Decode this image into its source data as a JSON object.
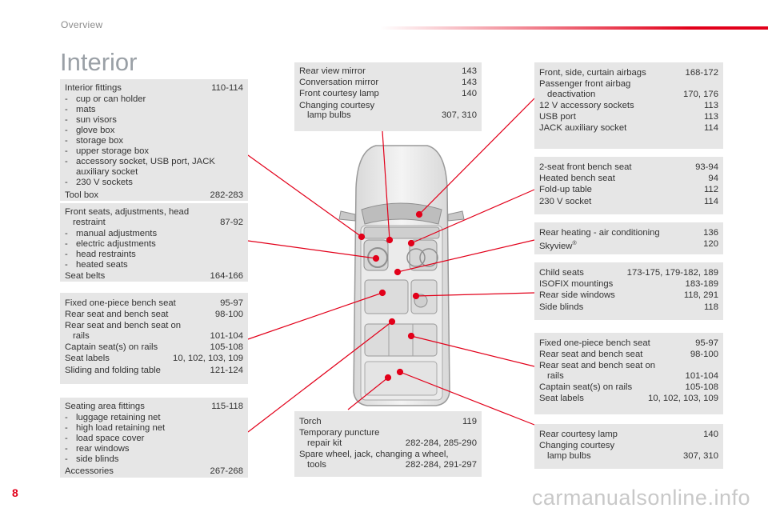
{
  "header": {
    "section": "Overview"
  },
  "page_title": "Interior",
  "page_number": "8",
  "watermark": "carmanualsonline.info",
  "box1": {
    "title": {
      "label": "Interior fittings",
      "pages": "110-114"
    },
    "items": [
      "cup or can holder",
      "mats",
      "sun visors",
      "glove box",
      "storage box",
      "upper storage box",
      "accessory socket, USB port, JACK",
      "auxiliary socket",
      "230 V sockets"
    ],
    "footer": {
      "label": "Tool box",
      "pages": "282-283"
    }
  },
  "box2": {
    "title_l1": "Front seats, adjustments, head",
    "title_l2": "restraint",
    "title_pages": "87-92",
    "items": [
      "manual adjustments",
      "electric adjustments",
      "head restraints",
      "heated seats"
    ],
    "footer": {
      "label": "Seat belts",
      "pages": "164-166"
    }
  },
  "box3": {
    "r1": {
      "label": "Fixed one-piece bench seat",
      "pages": "95-97"
    },
    "r2": {
      "label": "Rear seat and bench seat",
      "pages": "98-100"
    },
    "r3": {
      "l1": "Rear seat and bench seat on",
      "l2": "rails",
      "pages": "101-104"
    },
    "r4": {
      "label": "Captain seat(s) on rails",
      "pages": "105-108"
    },
    "r5": {
      "label": "Seat labels",
      "pages": "10, 102, 103, 109"
    },
    "r6": {
      "label": "Sliding and folding table",
      "pages": "121-124"
    }
  },
  "box4": {
    "title": {
      "label": "Seating area fittings",
      "pages": "115-118"
    },
    "items": [
      "luggage retaining net",
      "high load retaining net",
      "load space cover",
      "rear windows",
      "side blinds"
    ],
    "footer": {
      "label": "Accessories",
      "pages": "267-268"
    }
  },
  "box5": {
    "r1": {
      "label": "Rear view mirror",
      "pages": "143"
    },
    "r2": {
      "label": "Conversation mirror",
      "pages": "143"
    },
    "r3": {
      "label": "Front courtesy lamp",
      "pages": "140"
    },
    "r4": {
      "l1": "Changing courtesy",
      "l2": "lamp bulbs",
      "pages": "307, 310"
    }
  },
  "box6": {
    "r1": {
      "label": "Torch",
      "pages": "119"
    },
    "r2": {
      "l1": "Temporary puncture",
      "l2": "repair kit",
      "pages": "282-284, 285-290"
    },
    "r3": {
      "l1": "Spare wheel, jack, changing a wheel,",
      "l2": "tools",
      "pages": "282-284, 291-297"
    }
  },
  "box7": {
    "r1": {
      "label": "Front, side, curtain airbags",
      "pages": "168-172"
    },
    "r2": {
      "l1": "Passenger front airbag",
      "l2": "deactivation",
      "pages": "170, 176"
    },
    "r3": {
      "label": "12 V accessory sockets",
      "pages": "113"
    },
    "r4": {
      "label": "USB port",
      "pages": "113"
    },
    "r5": {
      "label": "JACK auxiliary socket",
      "pages": "114"
    }
  },
  "box8": {
    "r1": {
      "label": "2-seat front bench seat",
      "pages": "93-94"
    },
    "r2": {
      "label": "Heated bench seat",
      "pages": "94"
    },
    "r3": {
      "label": "Fold-up table",
      "pages": "112"
    },
    "r4": {
      "label": "230 V socket",
      "pages": "114"
    }
  },
  "box9": {
    "r1": {
      "label": "Rear heating - air conditioning",
      "pages": "136"
    },
    "r2": {
      "label": "Skyview",
      "sup": "®",
      "pages": "120"
    }
  },
  "box10": {
    "r1": {
      "label": "Child seats",
      "pages": "173-175, 179-182, 189"
    },
    "r2": {
      "label": "ISOFIX mountings",
      "pages": "183-189"
    },
    "r3": {
      "label": "Rear side windows",
      "pages": "118, 291"
    },
    "r4": {
      "label": "Side blinds",
      "pages": "118"
    }
  },
  "box11": {
    "r1": {
      "label": "Fixed one-piece bench seat",
      "pages": "95-97"
    },
    "r2": {
      "label": "Rear seat and bench seat",
      "pages": "98-100"
    },
    "r3": {
      "l1": "Rear seat and bench seat on",
      "l2": "rails",
      "pages": "101-104"
    },
    "r4": {
      "label": "Captain seat(s) on rails",
      "pages": "105-108"
    },
    "r5": {
      "label": "Seat labels",
      "pages": "10, 102, 103, 109"
    }
  },
  "box12": {
    "r1": {
      "label": "Rear courtesy lamp",
      "pages": "140"
    },
    "r2": {
      "l1": "Changing courtesy",
      "l2": "lamp bulbs",
      "pages": "307, 310"
    }
  },
  "colors": {
    "accent": "#e2001a",
    "box_bg": "#e6e6e6",
    "title": "#9aa0a6"
  }
}
